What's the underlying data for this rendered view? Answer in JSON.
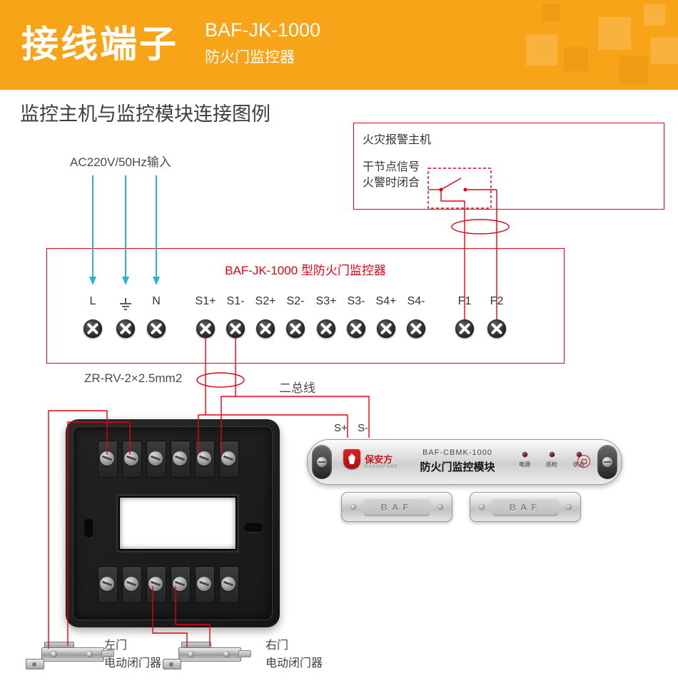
{
  "header": {
    "title": "接线端子",
    "model": "BAF-JK-1000",
    "product": "防火门监控器"
  },
  "diagram": {
    "title": "监控主机与监控模块连接图例",
    "ac_input": "AC220V/50Hz输入",
    "fire_alarm": {
      "title": "火灾报警主机",
      "note1": "干节点信号",
      "note2": "火警时闭合"
    },
    "controller": {
      "title": "BAF-JK-1000 型防火门监控器",
      "terminals": [
        "L",
        "⏚",
        "N",
        "S1+",
        "S1-",
        "S2+",
        "S2-",
        "S3+",
        "S3-",
        "S4+",
        "S4-",
        "F1",
        "F2"
      ]
    },
    "cable_label": "ZR-RV-2×2.5mm2",
    "bus_label": "二总线",
    "bus_plus": "S+",
    "bus_minus": "S-",
    "module": {
      "model": "BAF-CBMK-1000",
      "name": "防火门监控模块",
      "brand": "保安方",
      "brand_en": "BAOANFANG",
      "leds": [
        "电源",
        "巡检",
        "状态"
      ],
      "bracket": "BAF"
    },
    "doors": {
      "left1": "左门",
      "left2": "电动闭门器",
      "right1": "右门",
      "right2": "电动闭门器"
    },
    "colors": {
      "header_orange": "#f7a418",
      "wire_red": "#e60012",
      "arrow_cyan": "#2ab5c9"
    }
  }
}
